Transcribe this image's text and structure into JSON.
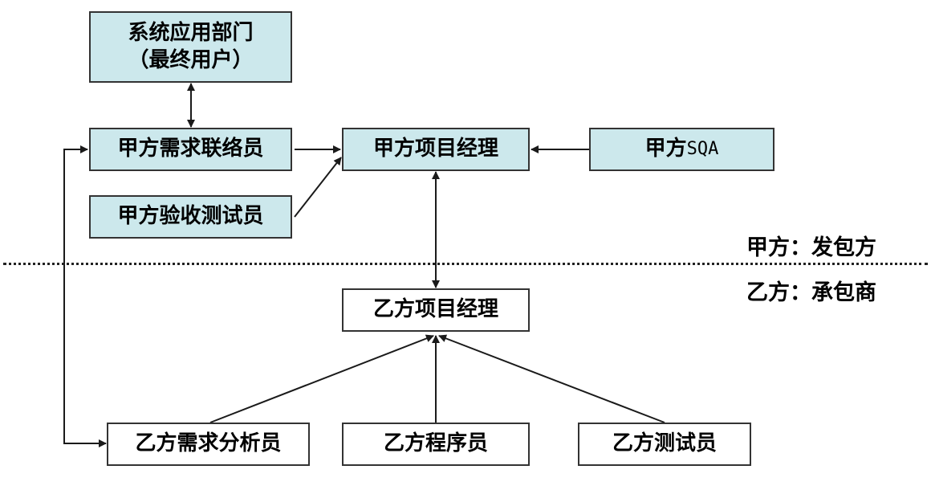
{
  "nodes": {
    "end_user": {
      "line1": "系统应用部门",
      "line2": "（最终用户）"
    },
    "client_req_liaison": {
      "label": "甲方需求联络员"
    },
    "client_acceptance_tester": {
      "label": "甲方验收测试员"
    },
    "client_pm": {
      "label": "甲方项目经理"
    },
    "client_sqa": {
      "label_prefix": "甲方",
      "label_suffix": "SQA"
    },
    "vendor_pm": {
      "label": "乙方项目经理"
    },
    "vendor_req_analyst": {
      "label": "乙方需求分析员"
    },
    "vendor_programmer": {
      "label": "乙方程序员"
    },
    "vendor_tester": {
      "label": "乙方测试员"
    }
  },
  "side_labels": {
    "client_side": "甲方：发包方",
    "vendor_side": "乙方：承包商"
  },
  "colors": {
    "client_fill": "#cce8ec",
    "vendor_fill": "#ffffff",
    "border": "#333333",
    "line": "#1a1a1a"
  }
}
